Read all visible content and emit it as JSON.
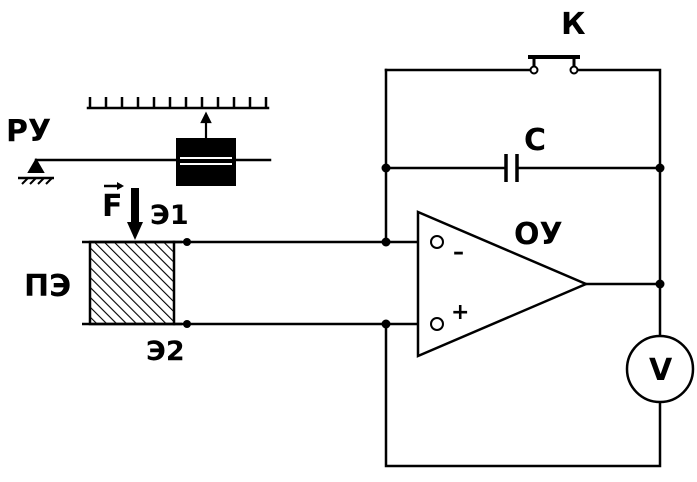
{
  "labels": {
    "switch": "К",
    "capacitor": "C",
    "regulator": "РУ",
    "force": "F",
    "electrode_1": "Э1",
    "electrode_2": "Э2",
    "piezo_element": "ПЭ",
    "op_amp": "ОУ",
    "inverting": "–",
    "non_inverting": "+",
    "voltmeter": "V"
  },
  "colors": {
    "line": "#000000",
    "background": "#ffffff"
  }
}
